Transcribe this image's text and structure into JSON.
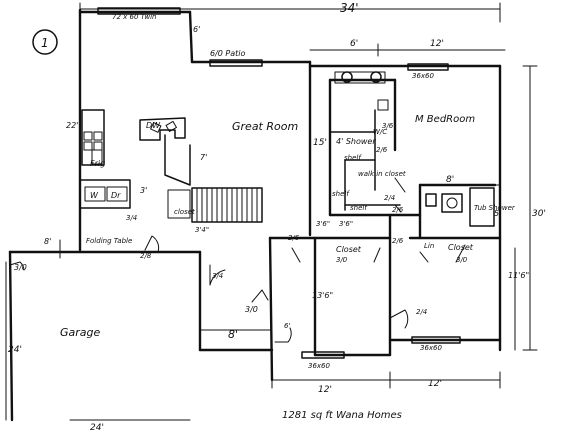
{
  "sheet": {
    "number": "1",
    "footer": "1281 sq ft Wana Homes"
  },
  "rooms": {
    "great_room": "Great Room",
    "m_bedroom": "M BedRoom",
    "garage": "Garage",
    "shower": "4' Shower",
    "walk_in_closet": "walk in closet",
    "shelf_top": "shelf",
    "shelf_left": "shelf",
    "shelf_bottom": "shelf",
    "closet_left": "Closet",
    "closet_right": "Closet",
    "tub_shower": "Tub Shower",
    "frig": "Frig",
    "folding_table": "Folding Table",
    "lin": "Lin",
    "closet_small": "closet",
    "dw": "DW",
    "washer": "W",
    "dryer": "Dr",
    "wic_left": "W/C"
  },
  "windows": {
    "top": "72 x 60 Twin",
    "patio": "6/0 Patio",
    "bedroom": "36x60",
    "bed2": "36x60",
    "bed3": "36x60"
  },
  "dimensions": {
    "overall_width": "34'",
    "overall_depth": "30'",
    "six_top": "6'",
    "twelve_top": "12'",
    "six_mid": "6'",
    "fifteen": "15'",
    "twenty_two": "22'",
    "seven": "7'",
    "three": "3'",
    "eight_bath": "8'",
    "five": "5'",
    "eleven_six": "11'6\"",
    "thirteen_six": "13'6\"",
    "eight_garage": "8'",
    "eight_laundry": "8'",
    "six_hall": "6'",
    "twelve_bl": "12'",
    "twelve_br": "12'",
    "twenty_four_side": "24'",
    "twenty_four_bottom": "24'",
    "three_six_a": "3'6\"",
    "three_six_b": "3'6\"",
    "three_four": "3'4\""
  },
  "doors": {
    "d1": "3/0",
    "d2": "3/0",
    "d3": "3/0",
    "d4": "3/0",
    "d5": "2/6",
    "d6": "2/6",
    "d7": "2/4",
    "d8": "2/4",
    "d9": "2/6",
    "d10": "3/4",
    "d11": "2/8",
    "d12": "3/6",
    "d13": "3/4",
    "d14": "2/6"
  }
}
